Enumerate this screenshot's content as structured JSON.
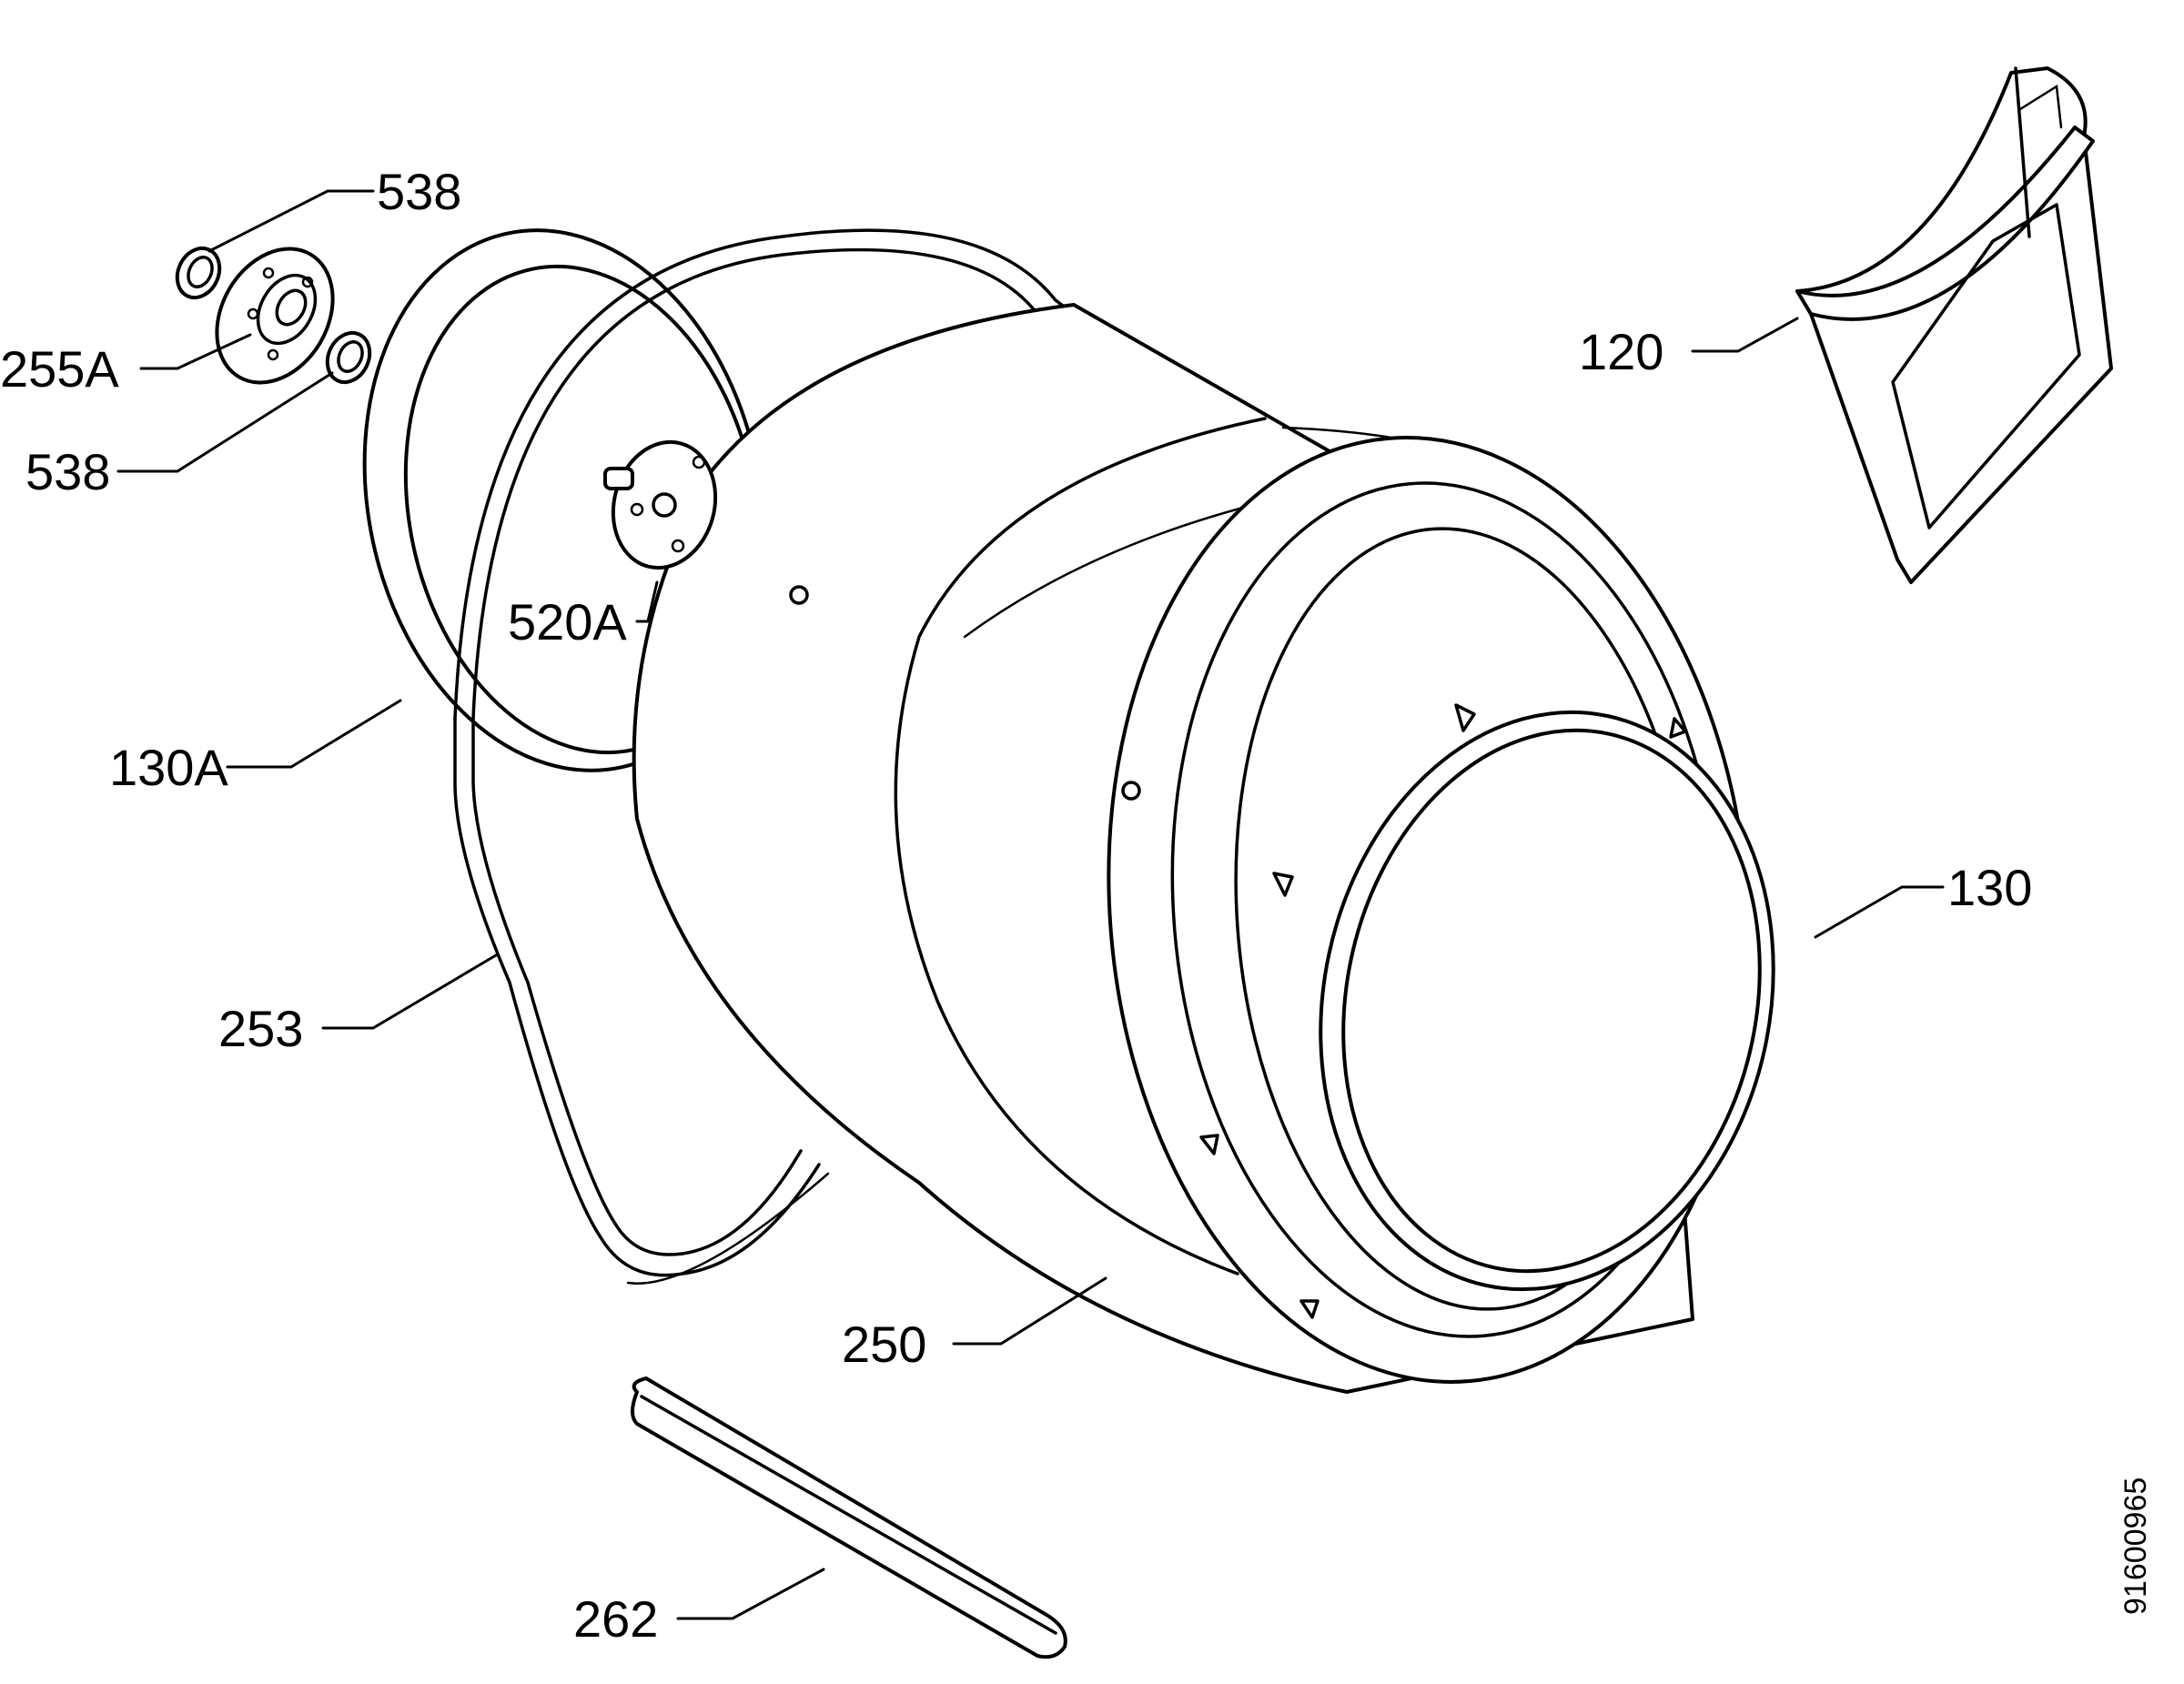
{
  "labels": {
    "p538_top": "538",
    "p255a": "255A",
    "p538_bottom": "538",
    "p520a": "520A",
    "p130a": "130A",
    "p253": "253",
    "p250": "250",
    "p262": "262",
    "p120": "120",
    "p130": "130"
  },
  "document_number": "91600965",
  "colors": {
    "line": "#000000",
    "background": "#ffffff"
  }
}
